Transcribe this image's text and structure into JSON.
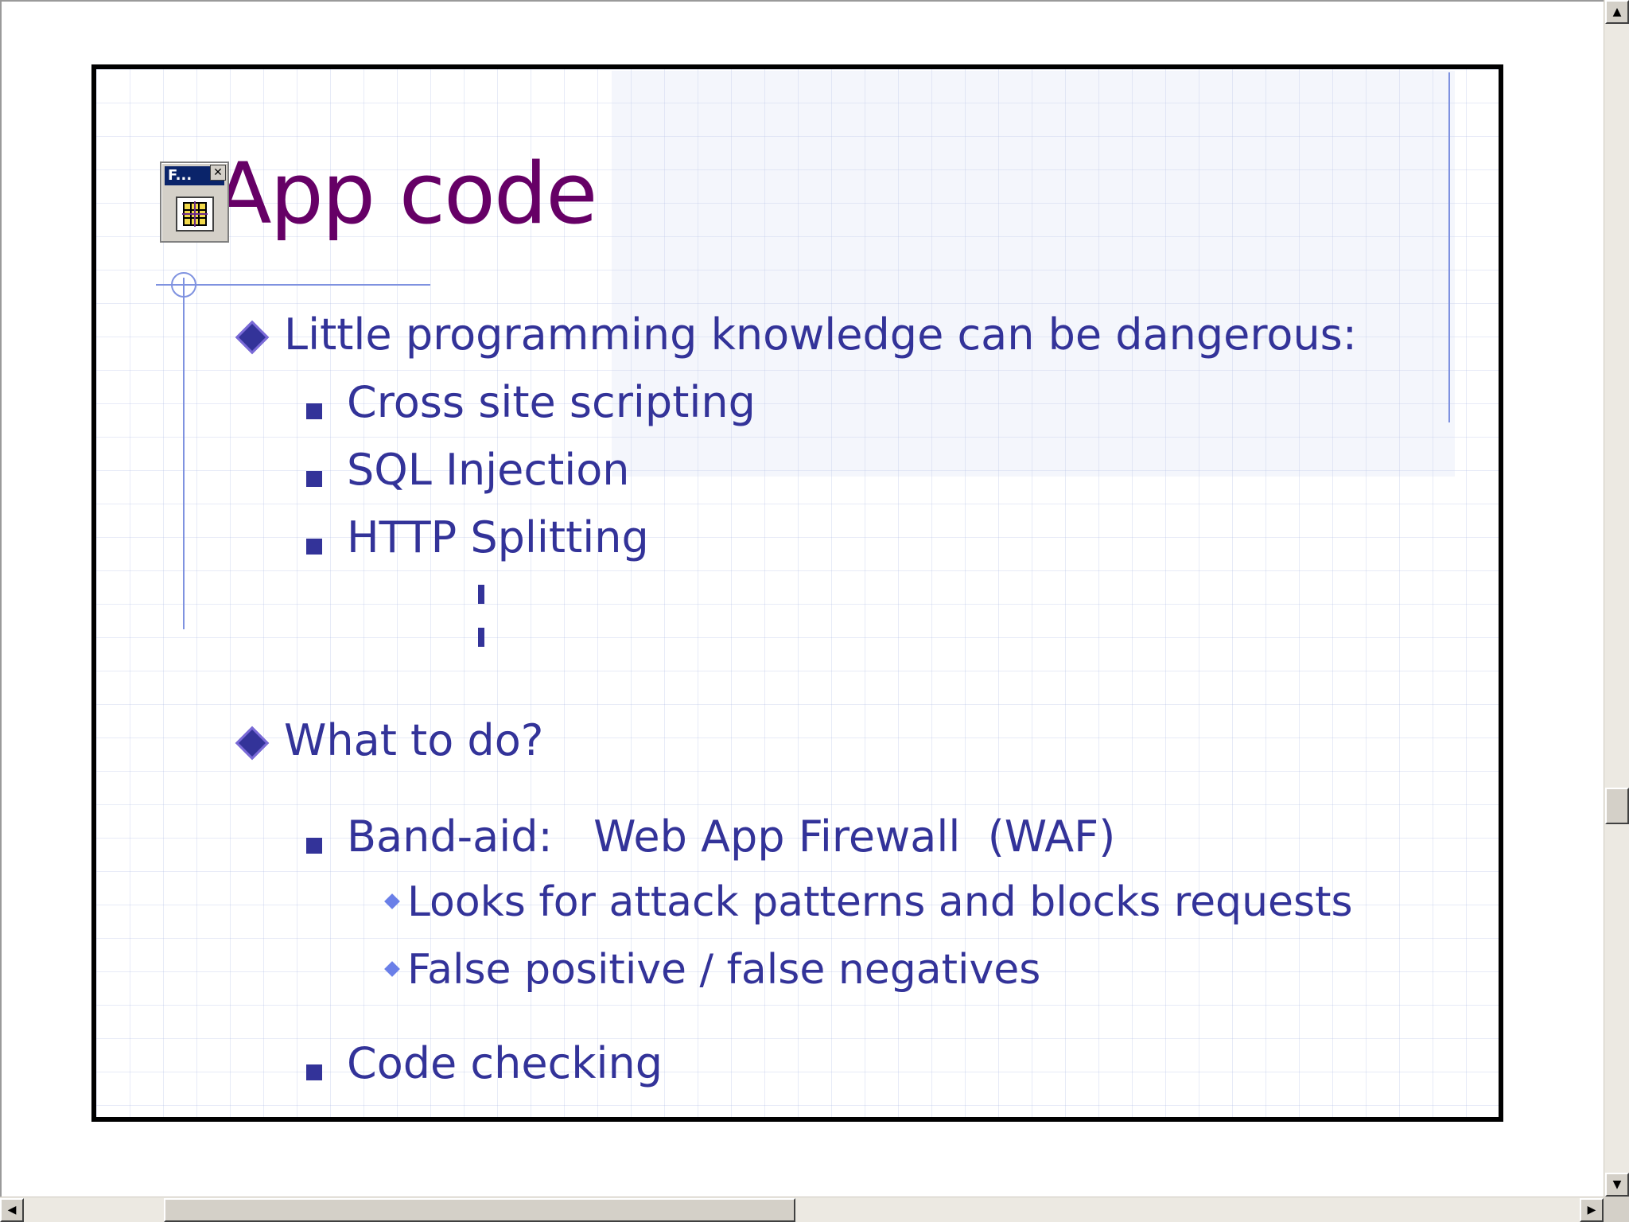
{
  "slide": {
    "title": "App code",
    "bullets": [
      {
        "text": "Little programming knowledge can be dangerous:"
      },
      {
        "text": "Cross site scripting"
      },
      {
        "text": "SQL Injection"
      },
      {
        "text": "HTTP Splitting"
      },
      {
        "text": "What to do?"
      },
      {
        "text": "Band-aid:   Web App Firewall  (WAF)"
      },
      {
        "text": "Looks for attack patterns and blocks requests"
      },
      {
        "text": "False positive / false negatives"
      },
      {
        "text": "Code checking"
      }
    ]
  },
  "mini_toolbar": {
    "title": "F...",
    "close_glyph": "✕",
    "icon": "grid-tool-icon"
  },
  "scrollbars": {
    "up_glyph": "▲",
    "down_glyph": "▼",
    "left_glyph": "◀",
    "right_glyph": "▶"
  },
  "colors": {
    "title": "#660066",
    "body_text": "#333399",
    "bullet_level3": "#6a7fe8",
    "accent_line": "#7f92e0"
  }
}
